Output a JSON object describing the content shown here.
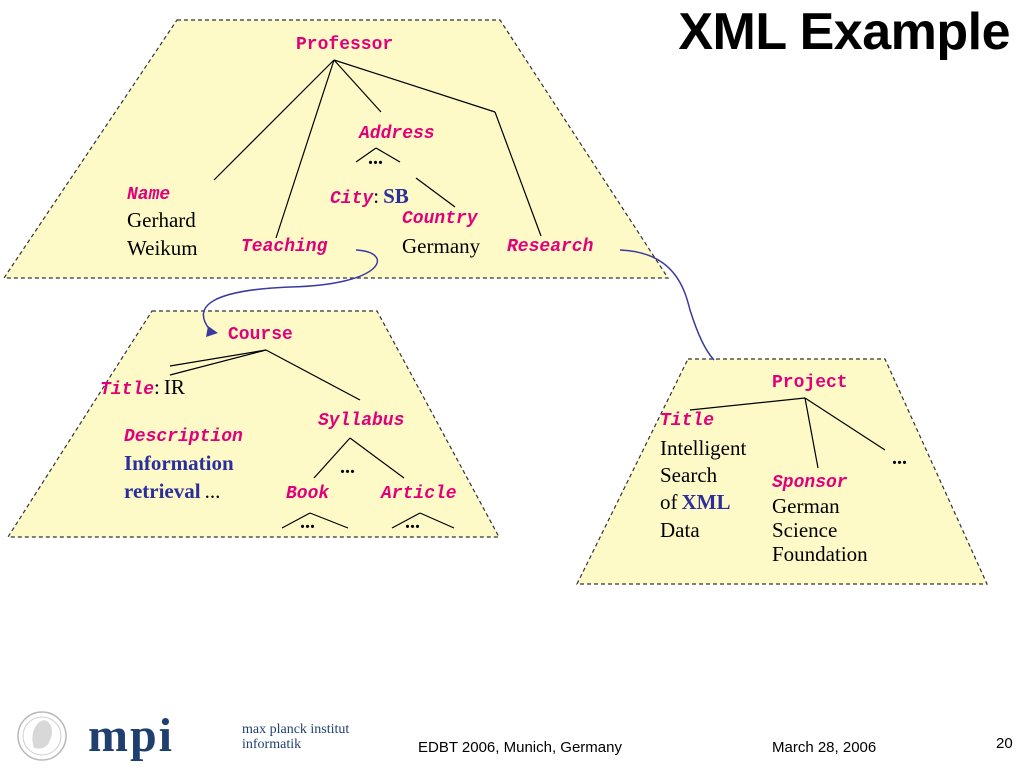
{
  "slide": {
    "title": "XML Example",
    "footer_conference": "EDBT 2006, Munich, Germany",
    "footer_date": "March 28, 2006",
    "page_number": "20",
    "logo_text_line1": "max planck institut",
    "logo_text_line2": "informatik",
    "logo_letters": "mpi"
  },
  "colors": {
    "tag": "#e2007a",
    "highlight_text": "#2b2f9a",
    "panel_fill": "#fdfac8",
    "connector": "#3a3aa0",
    "logo": "#1f3f70"
  },
  "professor_tree": {
    "root": "Professor",
    "address": "Address",
    "address_dots": "...",
    "name_tag": "Name",
    "name_line1": "Gerhard",
    "name_line2": "Weikum",
    "city_tag": "City",
    "colon": ":",
    "city_value": "SB",
    "country_tag": "Country",
    "country_value": "Germany",
    "teaching_tag": "Teaching",
    "research_tag": "Research"
  },
  "course_tree": {
    "root": "Course",
    "title_tag": "Title",
    "colon": ":",
    "title_value": "IR",
    "syllabus_tag": "Syllabus",
    "description_tag": "Description",
    "description_line1": "Information",
    "description_line2": "retrieval",
    "description_suffix": "...",
    "syllabus_dots": "...",
    "book_tag": "Book",
    "article_tag": "Article",
    "book_dots": "...",
    "article_dots": "..."
  },
  "project_tree": {
    "root": "Project",
    "title_tag": "Title",
    "title_line1": "Intelligent",
    "title_line2": "Search",
    "title_line3_prefix": "of",
    "title_line3_highlight": "XML",
    "title_line4": "Data",
    "sponsor_tag": "Sponsor",
    "sponsor_line1": "German",
    "sponsor_line2": "Science",
    "sponsor_line3": "Foundation",
    "dots": "..."
  }
}
